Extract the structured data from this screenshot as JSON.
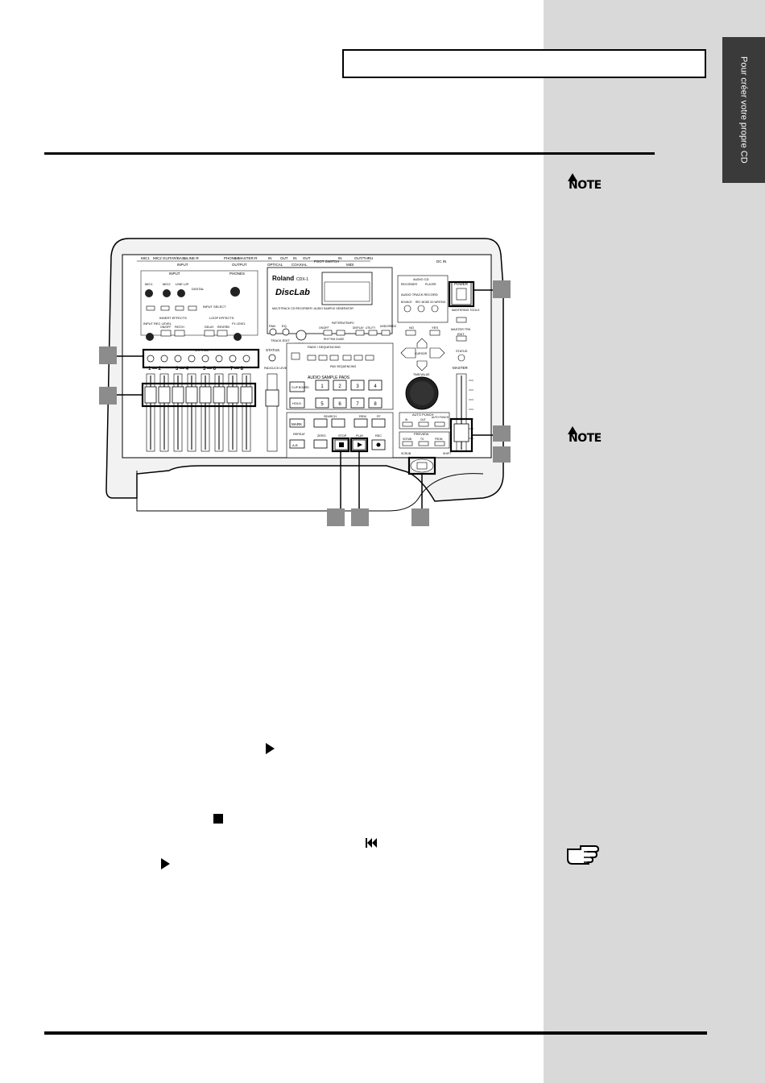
{
  "sidebar": {
    "tab_text": "Pour créer votre propre CD"
  },
  "notes": [
    {
      "label": "NOTE"
    },
    {
      "label": "NOTE"
    }
  ],
  "icons": {
    "play": "play-icon",
    "stop": "stop-icon",
    "zero": "rewind-to-zero-icon",
    "reference": "pointing-hand-icon"
  },
  "device": {
    "top_labels": [
      "MIC1",
      "MIC2 GUITAR/BASS",
      "L-LINE-R",
      "PHONES",
      "L-MASTER-R",
      "IN",
      "OUT",
      "IN",
      "OUT",
      "FOOT SWITCH",
      "IN",
      "OUT/THRU",
      "DC IN"
    ],
    "top_groups": [
      "INPUT",
      "OUTPUT",
      "OPTICAL",
      "COAXIAL",
      "MIDI"
    ],
    "section_input": "INPUT",
    "section_phones": "PHONES",
    "knob_labels": [
      "MIC1",
      "MIC2",
      "LINE L/R",
      "DIGITAL"
    ],
    "input_sens": "INPUT SELECT",
    "input_level": "INPUT REC LEVEL",
    "insert_effects": "INSERT EFFECTS",
    "loop_effects": "LOOP EFFECTS",
    "fx_buttons": [
      "ON/OFF",
      "PATCH",
      "DELAY",
      "REVERB"
    ],
    "fx_level": "FX LEVEL",
    "brand": "Roland",
    "model": "CDX-1",
    "logo": "DiscLab",
    "tagline": "MULTITRACK CD RECORDER / AUDIO SAMPLE GENERATOR",
    "status_label": "STATUS",
    "track_numbers": [
      "1",
      "2",
      "3",
      "4",
      "5",
      "6",
      "7",
      "8"
    ],
    "track_pairs": [
      "1 — 2",
      "3 — 4",
      "5 — 6",
      "7 — 8"
    ],
    "pan_eq": [
      "PAN",
      "EQ"
    ],
    "track_edit": "TRACK EDIT",
    "xpad": "X PAD",
    "rhythm_guide": "RHYTHM GUIDE",
    "rhythm_buttons": [
      "ON/OFF",
      "PATTERN/TEMPO",
      "DISPLAY",
      "UTILITY",
      "UNDO/REDO"
    ],
    "pads_header": "PADS / SEQUENCING",
    "pad_sequencing": "PAD SEQUENCING",
    "pad_section": "AUDIO SAMPLE PADS",
    "pads": [
      "1",
      "2",
      "3",
      "4",
      "5",
      "6",
      "7",
      "8"
    ],
    "clipboard": "CLIP BOARD",
    "hold": "HOLD",
    "status_left": "STATUS",
    "rhythm_level": "PAD/CLICK LEVEL",
    "mark": "MARK",
    "search": "SEARCH",
    "rew": "REW",
    "ff": "FF",
    "repeat": "REPEAT",
    "ab": "A-B",
    "zero": "ZERO",
    "stop": "STOP",
    "play": "PLAY",
    "rec": "REC",
    "audio_cd": "AUDIO CD",
    "audio_cd_buttons": [
      "RECORDER",
      "PLAYER"
    ],
    "audio_track_record": "AUDIO TRACK RECORD",
    "atr_buttons": [
      "BOUNCE",
      "REC MODE",
      "CD WRITING"
    ],
    "power": "POWER",
    "mastering_tools": "MASTERING TOOLS",
    "master_tr": "MASTER TRK",
    "edit": "EDIT",
    "status_right": "STATUS",
    "cursor": "CURSOR",
    "time_value": "TIME/VALUE",
    "no": "NO",
    "yes": "YES",
    "auto_punch": "AUTO PUNCH",
    "punch_buttons": [
      "IN",
      "OUT",
      "AUTO PUNCH"
    ],
    "preview": "PREVIEW",
    "preview_buttons": [
      "SCRUB",
      "TO",
      "FROM"
    ],
    "master": "MASTER",
    "scrub": "SCRUB",
    "shift": "SHIFT"
  }
}
